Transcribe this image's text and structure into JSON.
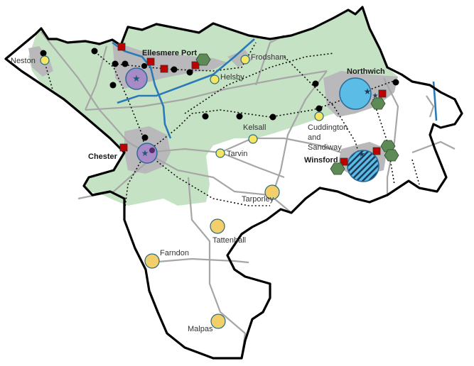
{
  "colors": {
    "greenbelt": "#c5e3c4",
    "urban": "#b9b9bb",
    "boundary": "#000000",
    "road": "#a6a6a6",
    "motorway": "#2a7ab8",
    "main_centre_purple": "#a68bc6",
    "main_centre_blue": "#5bbde6",
    "key_service_centre": "#f2e664",
    "local_service_centre": "#f2cf6b",
    "rail_station": "#000000",
    "employment_site": "#c00000",
    "hexagon_site": "#5e8a55"
  },
  "labels": {
    "neston": "Neston",
    "ellesmere_port": "Ellesmere Port",
    "frodsham": "Frodsham",
    "helsby": "Helsby",
    "northwich": "Northwich",
    "kelsall": "Kelsall",
    "cuddington_1": "Cuddington",
    "cuddington_2": "and",
    "cuddington_3": "Sandiway",
    "chester": "Chester",
    "tarvin": "Tarvin",
    "winsford": "Winsford",
    "tarporley": "Tarporley",
    "tattenhall": "Tattenhall",
    "farndon": "Farndon",
    "malpas": "Malpas"
  },
  "settlements": [
    {
      "name": "Chester",
      "type": "main-centre",
      "color": "purple"
    },
    {
      "name": "Ellesmere Port",
      "type": "main-centre",
      "color": "purple"
    },
    {
      "name": "Northwich",
      "type": "main-centre",
      "color": "blue"
    },
    {
      "name": "Winsford",
      "type": "main-centre",
      "color": "blue-hatched"
    },
    {
      "name": "Neston",
      "type": "key-service-centre"
    },
    {
      "name": "Frodsham",
      "type": "key-service-centre"
    },
    {
      "name": "Helsby",
      "type": "key-service-centre"
    },
    {
      "name": "Kelsall",
      "type": "key-service-centre"
    },
    {
      "name": "Tarvin",
      "type": "key-service-centre"
    },
    {
      "name": "Cuddington and Sandiway",
      "type": "key-service-centre"
    },
    {
      "name": "Tarporley",
      "type": "local-service-centre"
    },
    {
      "name": "Tattenhall",
      "type": "local-service-centre"
    },
    {
      "name": "Farndon",
      "type": "local-service-centre"
    },
    {
      "name": "Malpas",
      "type": "local-service-centre"
    }
  ]
}
